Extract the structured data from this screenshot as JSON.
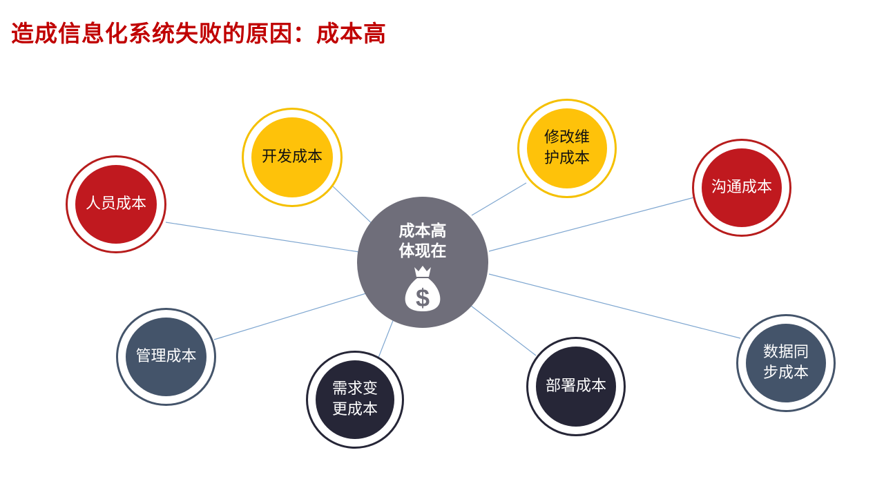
{
  "title": "造成信息化系统失败的原因：成本高",
  "center": {
    "line1": "成本高",
    "line2": "体现在",
    "icon": "money-bag-icon"
  },
  "nodes": {
    "people": {
      "line1": "人员成本"
    },
    "dev": {
      "line1": "开发成本"
    },
    "maint": {
      "line1": "修改维",
      "line2": "护成本"
    },
    "comm": {
      "line1": "沟通成本"
    },
    "mgmt": {
      "line1": "管理成本"
    },
    "req": {
      "line1": "需求变",
      "line2": "更成本"
    },
    "deploy": {
      "line1": "部署成本"
    },
    "sync": {
      "line1": "数据同",
      "line2": "步成本"
    }
  },
  "colors": {
    "title": "#c00000",
    "red": "#c0191f",
    "yellow": "#fec20a",
    "slate": "#44546a",
    "dark": "#262637",
    "center": "#6f6e7a",
    "connector": "#7ea6d0"
  }
}
